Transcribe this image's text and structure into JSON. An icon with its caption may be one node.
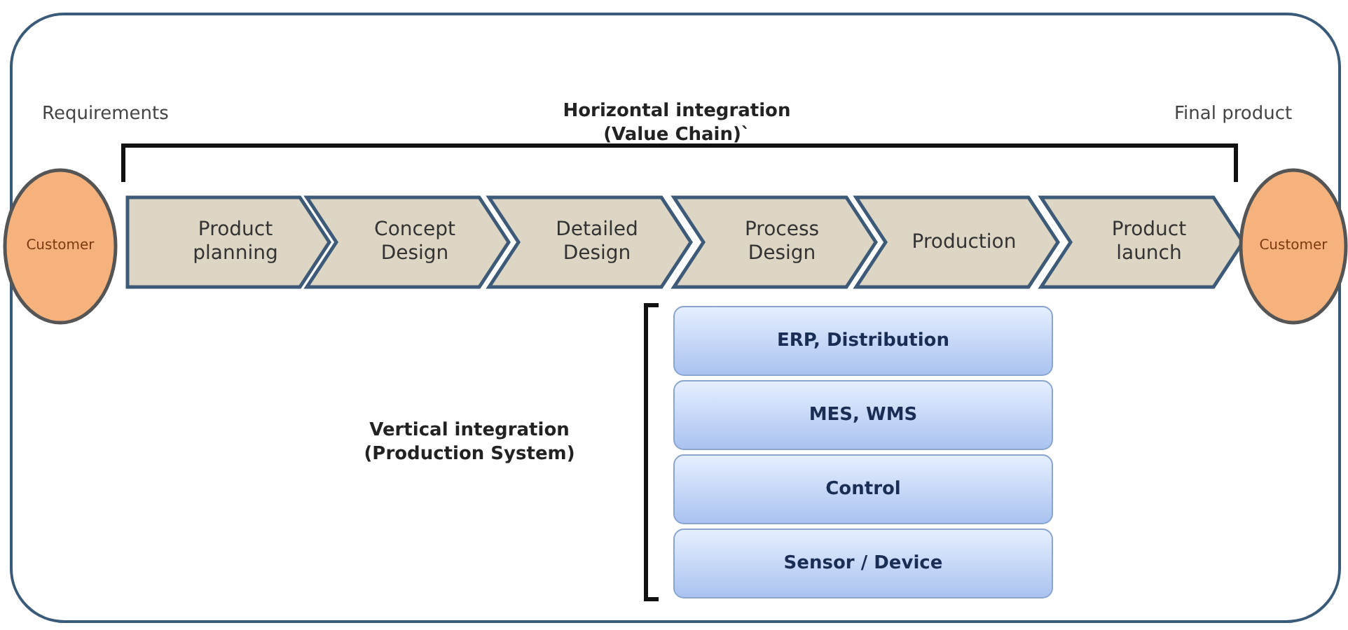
{
  "diagram": {
    "nodes": [
      {
        "text": [
          "Customer"
        ],
        "beside": [
          "Requirements"
        ]
      },
      {
        "text": [
          "Product planning"
        ]
      },
      {
        "text": [
          "Concept Design"
        ]
      },
      {
        "text": [
          "Detailed Design"
        ]
      },
      {
        "text": [
          "Process Design"
        ]
      },
      {
        "text": [
          "Production"
        ]
      },
      {
        "text": [
          "Product launch"
        ]
      },
      {
        "text": [
          "Customer"
        ],
        "beside": [
          "Final product"
        ]
      },
      {
        "text": [
          "ERP, Distribution"
        ]
      },
      {
        "text": [
          "MES, WMS"
        ]
      },
      {
        "text": [
          "Control"
        ]
      },
      {
        "text": [
          "Sensor / Device"
        ]
      }
    ],
    "labels": [
      "Horizontal integration (Value Chain)`",
      "Vertical integration (Production System)"
    ]
  }
}
